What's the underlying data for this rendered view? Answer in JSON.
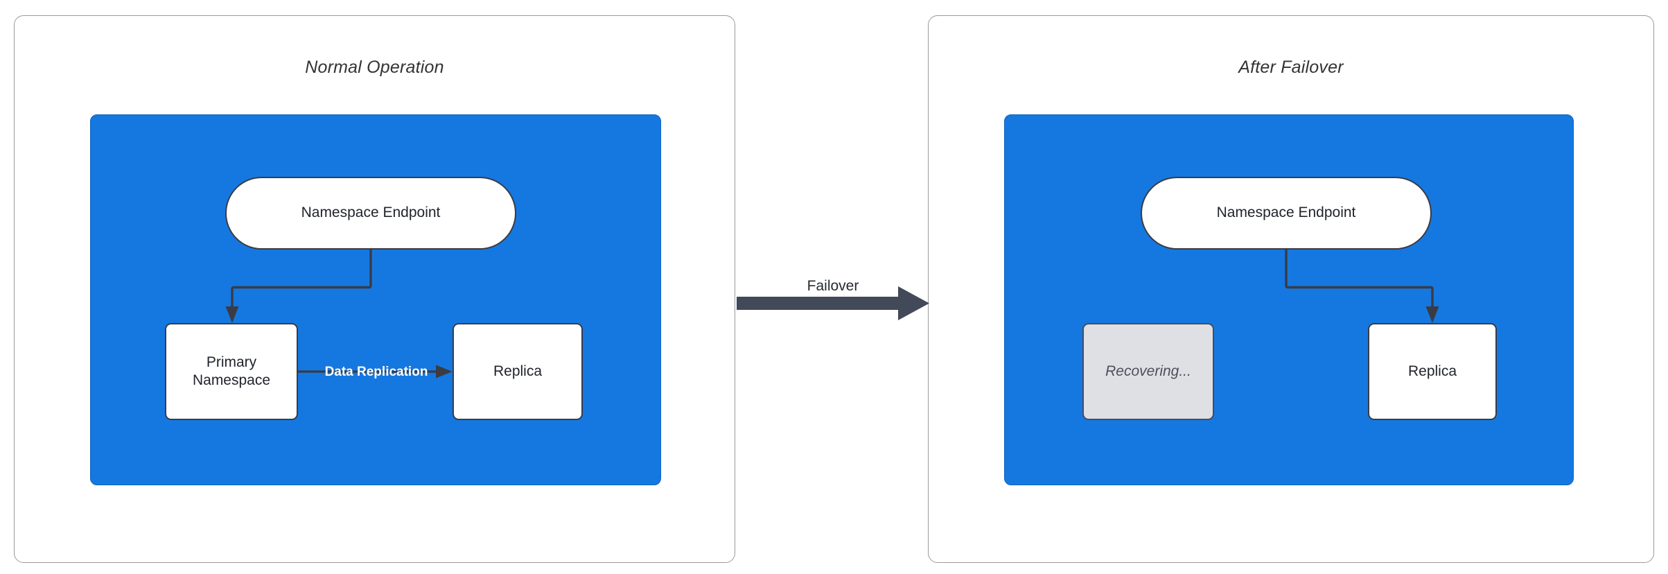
{
  "diagram": {
    "title_style": "italic",
    "colors": {
      "blue_region": "#1578e0",
      "panel_border": "#9a9a9a",
      "node_border": "#3b3b44",
      "node_fill": "#ffffff",
      "dim_node_fill": "#dee0e4",
      "connector": "#3b3b44",
      "failover_arrow": "#424a59",
      "replication_label": "#ffffff"
    },
    "panels": [
      {
        "id": "normal-operation",
        "title": "Normal Operation",
        "nodes": [
          {
            "id": "endpoint",
            "label": "Namespace Endpoint",
            "shape": "stadium",
            "state": "active"
          },
          {
            "id": "primary",
            "label": "Primary\nNamespace",
            "line1": "Primary",
            "line2": "Namespace",
            "shape": "rect",
            "state": "active"
          },
          {
            "id": "replica",
            "label": "Replica",
            "shape": "rect",
            "state": "active"
          }
        ],
        "edges": [
          {
            "from": "endpoint",
            "to": "primary",
            "label": "",
            "style": "elbow-arrow"
          },
          {
            "from": "primary",
            "to": "replica",
            "label": "Data Replication",
            "style": "straight-arrow"
          }
        ]
      },
      {
        "id": "after-failover",
        "title": "After Failover",
        "nodes": [
          {
            "id": "endpoint",
            "label": "Namespace Endpoint",
            "shape": "stadium",
            "state": "active"
          },
          {
            "id": "recovering",
            "label": "Recovering...",
            "shape": "rect",
            "state": "dimmed"
          },
          {
            "id": "replica",
            "label": "Replica",
            "shape": "rect",
            "state": "active"
          }
        ],
        "edges": [
          {
            "from": "endpoint",
            "to": "replica",
            "label": "",
            "style": "elbow-arrow"
          }
        ]
      }
    ],
    "transition": {
      "label": "Failover",
      "direction": "left-to-right"
    }
  }
}
